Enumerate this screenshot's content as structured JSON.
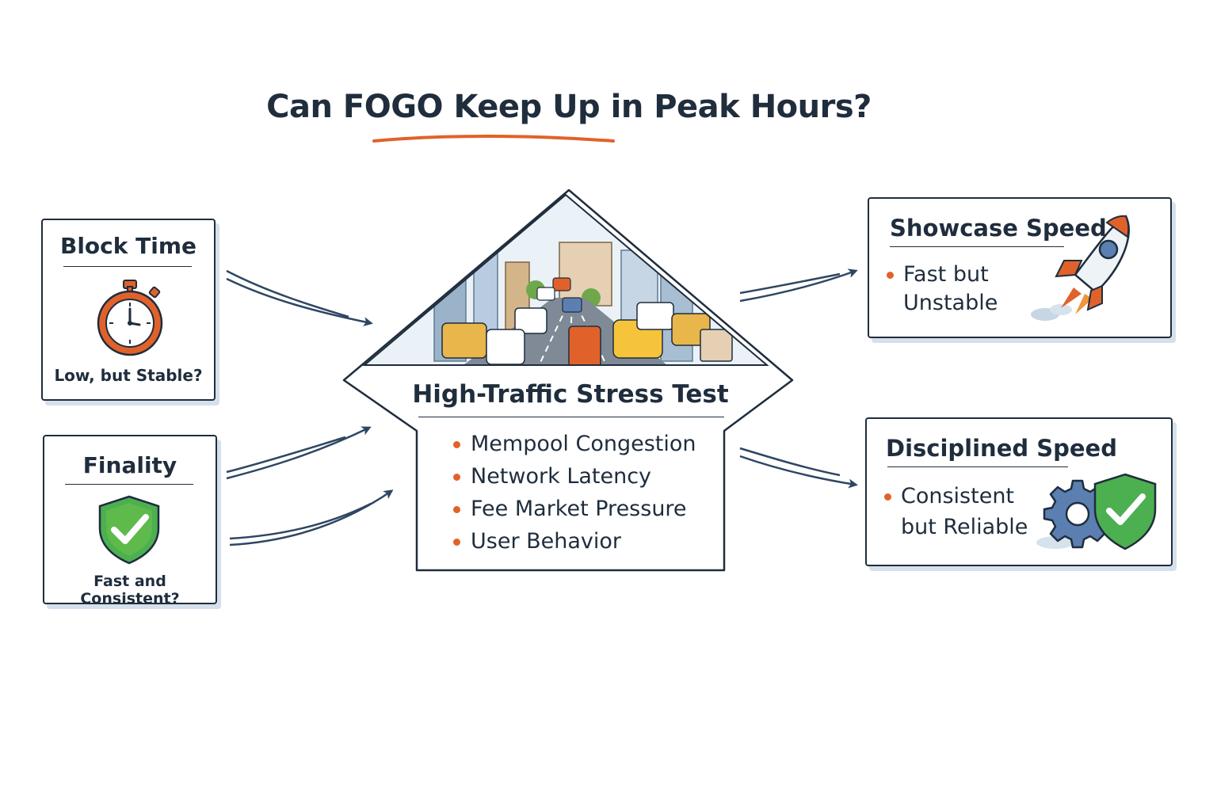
{
  "title": "Can FOGO Keep Up in Peak Hours?",
  "colors": {
    "ink": "#1f2d3d",
    "accent": "#e0622a",
    "shadow": "#d6e0ea",
    "shield_green": "#4caf50",
    "gear_blue": "#5b7fb0"
  },
  "inputs": [
    {
      "label": "Block Time",
      "icon": "stopwatch-icon",
      "caption": "Low, but Stable?"
    },
    {
      "label": "Finality",
      "icon": "shield-check-icon",
      "caption": "Fast and Consistent?"
    }
  ],
  "center": {
    "title": "High-Traffic Stress Test",
    "illustration": "city-traffic-illustration",
    "bullets": [
      "Mempool Congestion",
      "Network Latency",
      "Fee Market Pressure",
      "User Behavior"
    ]
  },
  "outcomes": [
    {
      "title": "Showcase Speed",
      "icon": "rocket-icon",
      "lines": [
        "Fast but",
        "Unstable"
      ]
    },
    {
      "title": "Disciplined Speed",
      "icon": "gear-shield-icon",
      "lines": [
        "Consistent",
        "but Reliable"
      ]
    }
  ]
}
